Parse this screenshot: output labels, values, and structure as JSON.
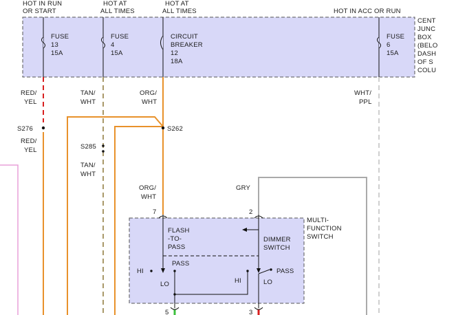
{
  "diagram": {
    "power_headers": {
      "run_start": [
        "HOT IN RUN",
        "OR START"
      ],
      "all_times_1": [
        "HOT AT",
        "ALL TIMES"
      ],
      "all_times_2": [
        "HOT AT",
        "ALL TIMES"
      ],
      "acc_run": "HOT IN ACC OR RUN"
    },
    "junction_box": [
      "CENT",
      "JUNC",
      "BOX",
      "(BELO",
      "DASH",
      "OF S",
      "COLU"
    ],
    "fuses": [
      {
        "name": "FUSE",
        "number": "13",
        "rating": "15A"
      },
      {
        "name": "FUSE",
        "number": "4",
        "rating": "15A"
      },
      {
        "name": "FUSE",
        "number": "6",
        "rating": "15A"
      }
    ],
    "breaker": {
      "line1": "CIRCUIT",
      "line2": "BREAKER",
      "number": "12",
      "rating": "18A"
    },
    "wire_colors": {
      "red_yel_top": [
        "RED/",
        "YEL"
      ],
      "tan_wht_top": [
        "TAN/",
        "WHT"
      ],
      "org_wht_top": [
        "ORG/",
        "WHT"
      ],
      "wht_ppl": [
        "WHT/",
        "PPL"
      ],
      "red_yel_mid": [
        "RED/",
        "YEL"
      ],
      "tan_wht_mid": [
        "TAN/",
        "WHT"
      ],
      "org_wht_lower": [
        "ORG/",
        "WHT"
      ],
      "gry": "GRY"
    },
    "splices": {
      "s276": "S276",
      "s262": "S262",
      "s285": "S285"
    },
    "switch": {
      "title": [
        "MULTI-",
        "FUNCTION",
        "SWITCH"
      ],
      "flash": [
        "FLASH",
        "-TO-",
        "PASS"
      ],
      "dimmer": [
        "DIMMER",
        "SWITCH"
      ],
      "pin_left": "7",
      "pin_right": "2",
      "pass_left": "PASS",
      "hi_left": "HI",
      "lo_left": "LO",
      "hi_right": "HI",
      "lo_right": "LO",
      "pass_right": "PASS",
      "pin_bottom_left": "5",
      "pin_bottom_right": "3"
    },
    "colors": {
      "red": "#d81e1e",
      "tan": "#a89868",
      "orange": "#e8912a",
      "gray": "#aaaaaa",
      "white_wire": "#cfcfcf",
      "pink": "#e9a0d8",
      "green": "#3cc03c",
      "box_fill": "#d8d8f8"
    }
  }
}
